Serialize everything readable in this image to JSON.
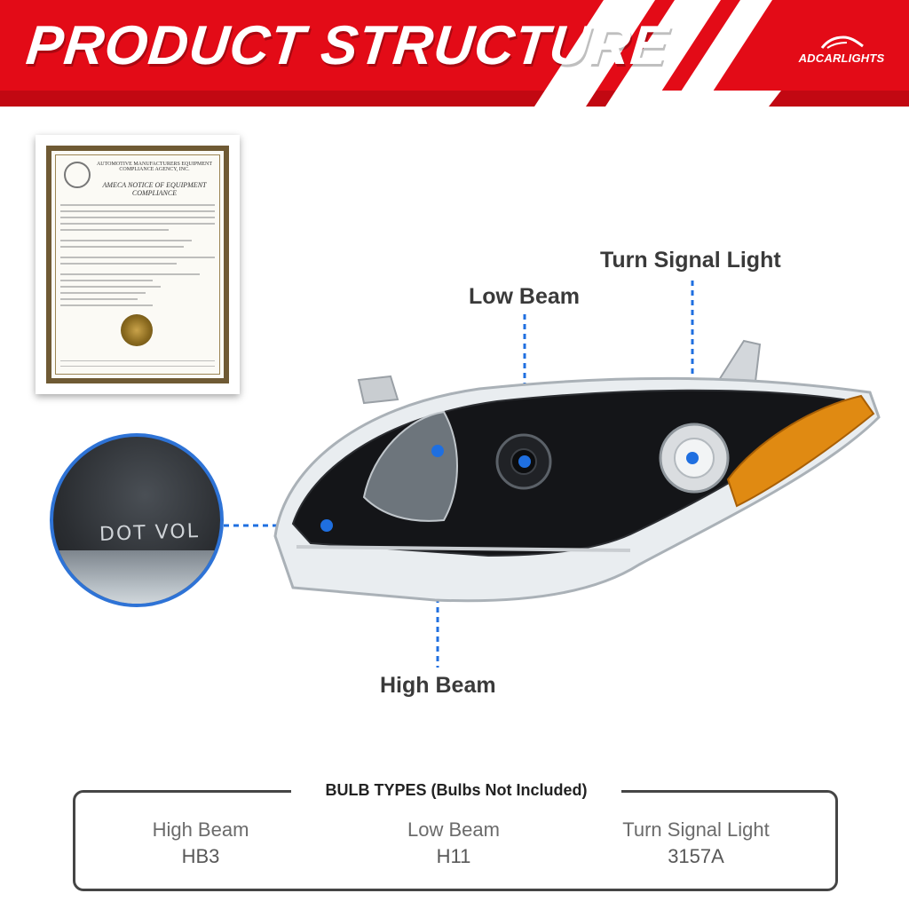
{
  "banner": {
    "title": "PRODUCT STRUCTURE",
    "brand": "ADCARLIGHTS",
    "color_red": "#e30b17",
    "color_dark": "#c20812"
  },
  "certificate": {
    "heading": "AUTOMOTIVE MANUFACTURERS EQUIPMENT COMPLIANCE AGENCY, INC.",
    "subheading": "AMECA NOTICE OF EQUIPMENT COMPLIANCE"
  },
  "zoom_detail": {
    "text": "DOT VOL",
    "icon": "magnifier-circle"
  },
  "callouts": {
    "turn_signal": "Turn Signal Light",
    "low_beam": "Low Beam",
    "high_beam": "High Beam",
    "accent_color": "#1f6fe0"
  },
  "bulbs": {
    "title": "BULB TYPES (Bulbs Not Included)",
    "items": [
      {
        "name": "High Beam",
        "type": "HB3"
      },
      {
        "name": "Low Beam",
        "type": "H11"
      },
      {
        "name": "Turn Signal Light",
        "type": "3157A"
      }
    ]
  }
}
